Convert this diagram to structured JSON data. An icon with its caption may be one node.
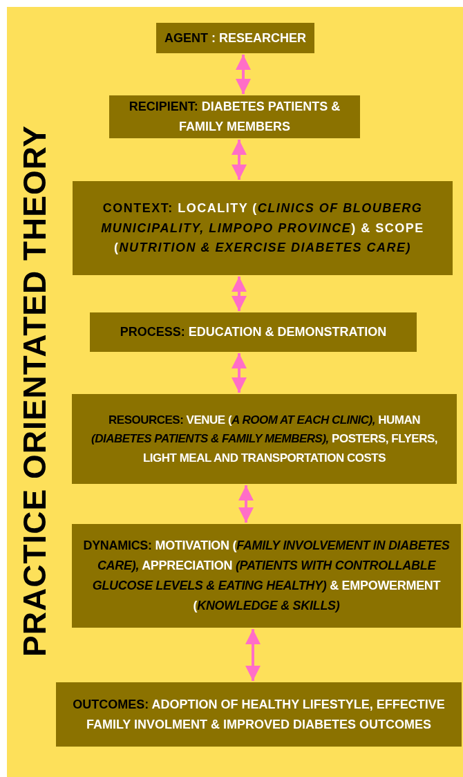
{
  "diagram": {
    "title": "PRACTICE ORIENTATED THEORY",
    "nodes": [
      {
        "text": [
          "AGENT",
          ": RESEARCHER"
        ]
      },
      {
        "text": [
          "RECIPIENT:",
          "DIABETES PATIENTS & FAMILY MEMBERS"
        ]
      },
      {
        "text": [
          "CONTEXT:",
          "LOCALITY (*CLINICS OF BLOUBERG MUNICIPALITY, LIMPOPO PROVINCE*) & SCOPE (*NUTRITION & EXERCISE DIABETES CARE)*"
        ]
      },
      {
        "text": [
          "PROCESS:",
          "EDUCATION & DEMONSTRATION"
        ]
      },
      {
        "text": [
          "RESOURCES:",
          "VENUE (*A ROOM AT EACH CLINIC),* HUMAN *(DIABETES PATIENTS & FAMILY MEMBERS),* POSTERS, FLYERS, LIGHT MEAL AND TRANSPORTATION COSTS"
        ]
      },
      {
        "text": [
          "DYNAMICS:",
          "MOTIVATION (*FAMILY INVOLVEMENT IN DIABETES CARE),* APPRECIATION *(PATIENTS WITH CONTROLLABLE GLUCOSE LEVELS & EATING HEALTHY)* & EMPOWERMENT (*KNOWLEDGE & SKILLS)*"
        ]
      },
      {
        "text": [
          "OUTCOMES:",
          "ADOPTION OF HEALTHY LIFESTYLE, EFFECTIVE FAMILY INVOLMENT & IMPROVED DIABETES OUTCOMES"
        ]
      }
    ],
    "edges": [
      {
        "from": 0,
        "to": 1,
        "arrow": "both"
      },
      {
        "from": 1,
        "to": 2,
        "arrow": "both"
      },
      {
        "from": 2,
        "to": 3,
        "arrow": "both"
      },
      {
        "from": 3,
        "to": 4,
        "arrow": "both"
      },
      {
        "from": 4,
        "to": 5,
        "arrow": "both"
      },
      {
        "from": 5,
        "to": 6,
        "arrow": "both"
      }
    ]
  }
}
